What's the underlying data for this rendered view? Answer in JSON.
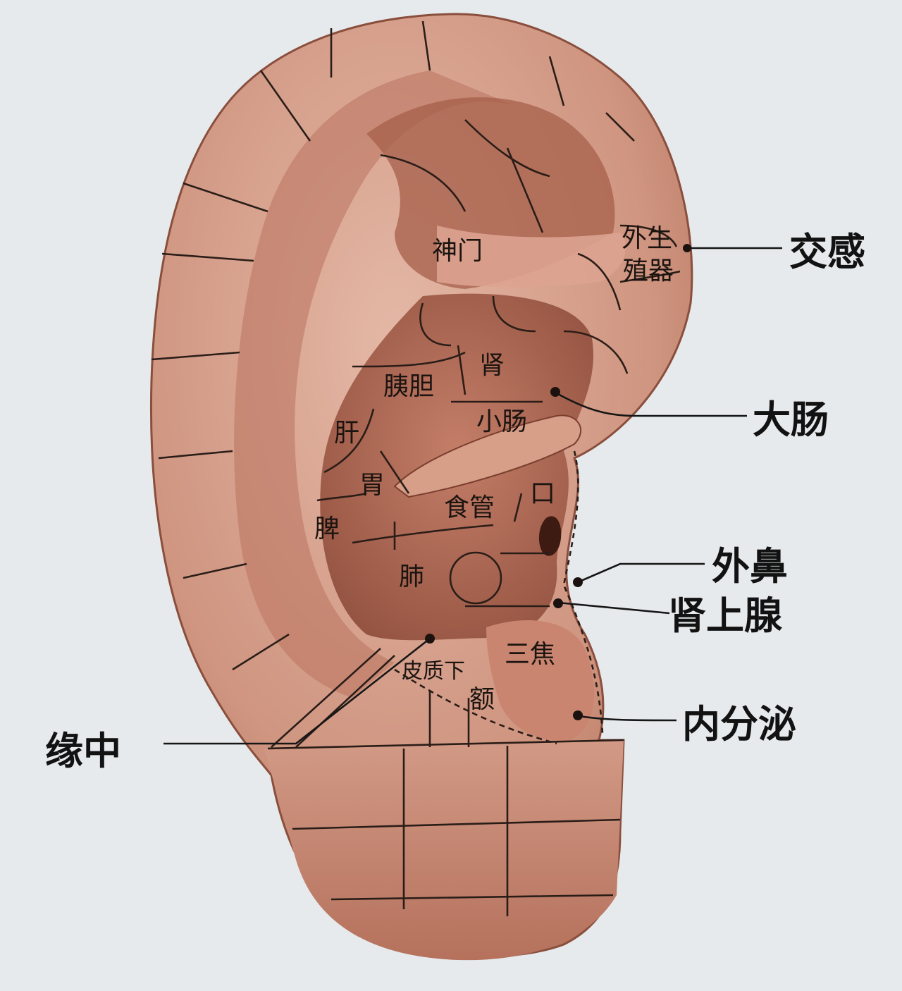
{
  "colors": {
    "background": "#e6eaec",
    "skin": "#c98c78",
    "skin_light": "#e0b3a2",
    "skin_dark": "#9b5b48",
    "lines": "#2a1d18"
  },
  "inner_labels": {
    "shenmen": "神门",
    "waisheng_1": "外生",
    "waisheng_2": "殖器",
    "shen": "肾",
    "yidan": "胰胆",
    "xiaochang": "小肠",
    "gan": "肝",
    "wei": "胃",
    "kou": "口",
    "shiguan": "食管",
    "pi": "脾",
    "fei": "肺",
    "sanjiao": "三焦",
    "pizhixia": "皮质下",
    "e": "额"
  },
  "external_labels": {
    "jiaogan": "交感",
    "dachang": "大肠",
    "waibi": "外鼻",
    "shenshangxian": "肾上腺",
    "neifenmi": "内分泌",
    "yuanzhong": "缘中"
  }
}
